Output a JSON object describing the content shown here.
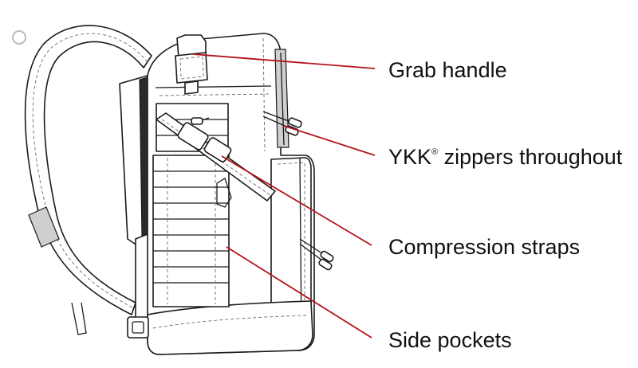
{
  "callouts": [
    {
      "id": "grab-handle",
      "label": "Grab handle"
    },
    {
      "id": "ykk-zippers",
      "label": "YKK",
      "mark": "®",
      "label_rest": " zippers throughout"
    },
    {
      "id": "compression-straps",
      "label": "Compression straps"
    },
    {
      "id": "side-pockets",
      "label": "Side pockets"
    }
  ],
  "colors": {
    "leader_line": "#b5121b",
    "outline": "#1a1a1a",
    "background": "#ffffff"
  }
}
